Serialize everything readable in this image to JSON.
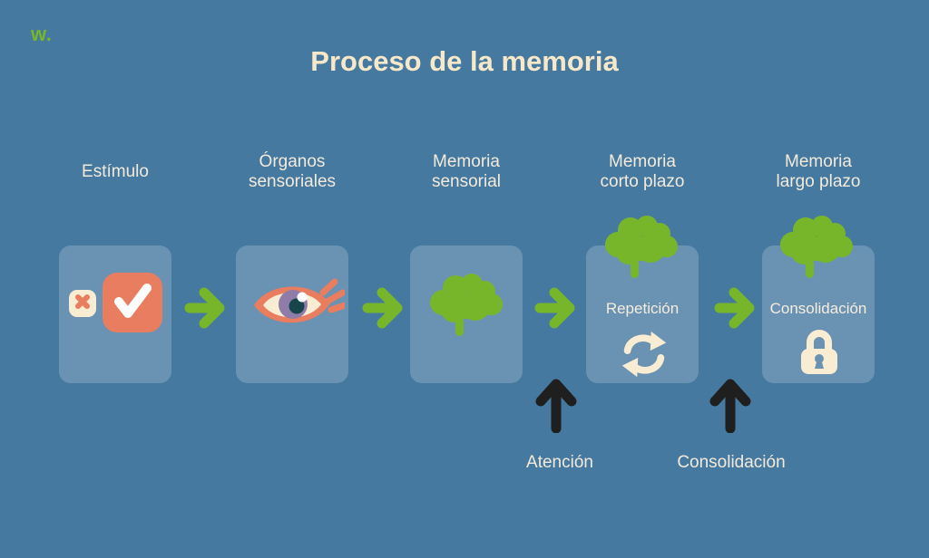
{
  "logo": {
    "text": "w."
  },
  "title": "Proceso de la memoria",
  "colors": {
    "background": "#45799F",
    "box_fill": "#6A92B2",
    "accent_green": "#77B62B",
    "cream": "#F8ECD2",
    "coral": "#E97D5F",
    "black_arrow": "#1F1F1F",
    "title_text": "#F6E8C9",
    "label_text": "#F3EADB",
    "iris_purple": "#8F7CA8",
    "pupil_teal": "#16454C"
  },
  "stages": [
    {
      "label": "Estímulo",
      "icon": "check-x-icon"
    },
    {
      "label": "Órganos\nsensoriales",
      "icon": "eye-icon"
    },
    {
      "label": "Memoria\nsensorial",
      "icon": "brain-icon"
    },
    {
      "label": "Memoria\ncorto plazo",
      "icon": "brain-icon",
      "box_text": "Repetición",
      "box_icon": "cycle-icon"
    },
    {
      "label": "Memoria\nlargo plazo",
      "icon": "brain-icon",
      "box_text": "Consolidación",
      "box_icon": "lock-icon"
    }
  ],
  "flow": {
    "arrow_count": 4,
    "direction": "right"
  },
  "annotations": [
    {
      "label": "Atención",
      "arrow": "up"
    },
    {
      "label": "Consolidación",
      "arrow": "up"
    }
  ]
}
